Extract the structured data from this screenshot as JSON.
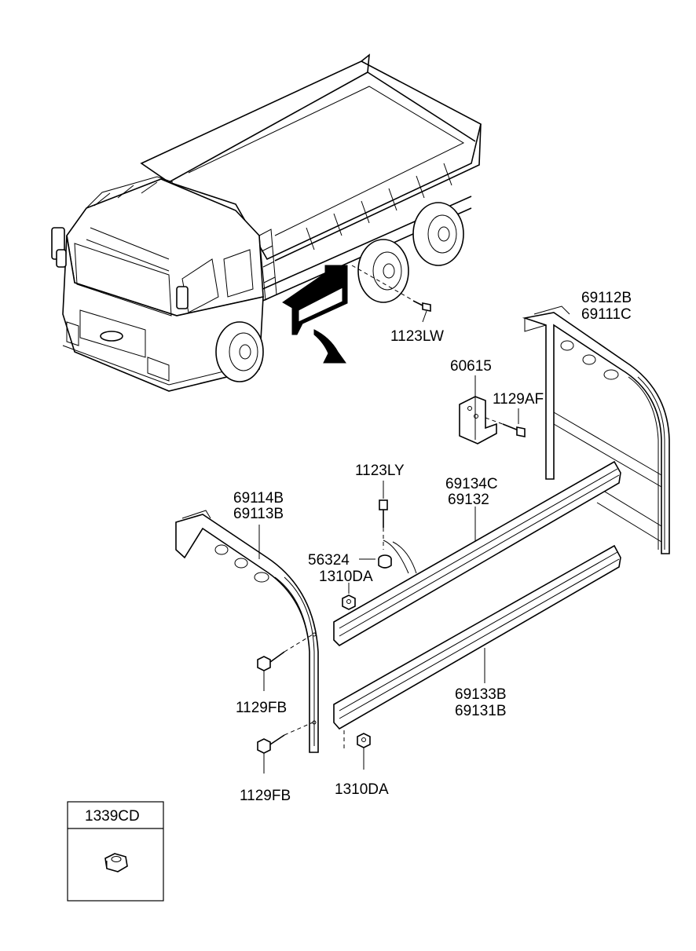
{
  "labels": {
    "p1123LW": "1123LW",
    "p69112B": "69112B",
    "p69111C": "69111C",
    "p60615": "60615",
    "p1129AF": "1129AF",
    "p1123LY": "1123LY",
    "p69134C": "69134C",
    "p69132": "69132",
    "p69114B": "69114B",
    "p69113B": "69113B",
    "p56324": "56324",
    "p1310DA_top": "1310DA",
    "p1129FB_top": "1129FB",
    "p69133B": "69133B",
    "p69131B": "69131B",
    "p1129FB_bottom": "1129FB",
    "p1310DA_bottom": "1310DA"
  },
  "legend_box": {
    "title": "1339CD",
    "icon": "nut-icon"
  }
}
